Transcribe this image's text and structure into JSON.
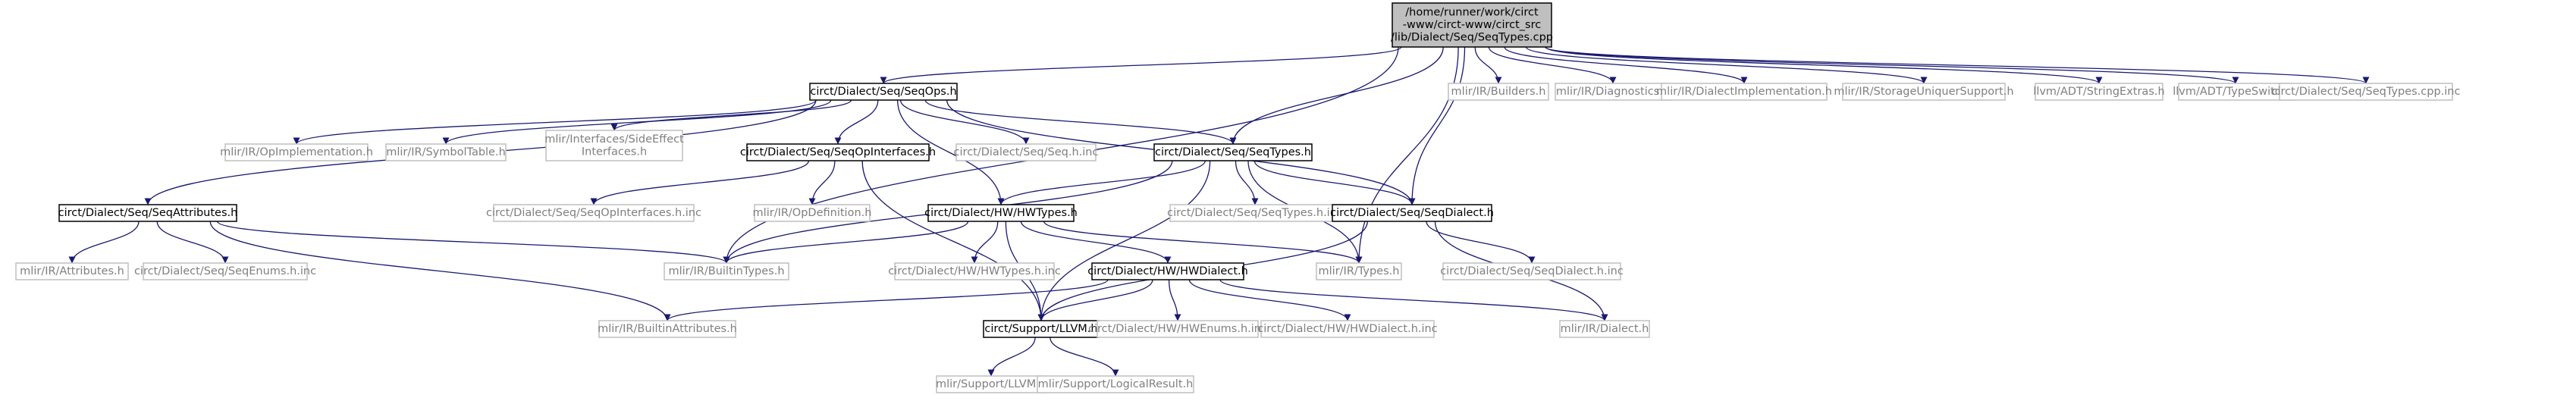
{
  "graph": {
    "edge_color": "#191970",
    "nodes": [
      {
        "id": "root",
        "label": "/home/runner/work/circt\n-www/circt-www/circt_src\n/lib/Dialect/Seq/SeqTypes.cpp",
        "kind": "root"
      },
      {
        "id": "seqops",
        "label": "circt/Dialect/Seq/SeqOps.h",
        "kind": "internal"
      },
      {
        "id": "builders",
        "label": "mlir/IR/Builders.h",
        "kind": "external"
      },
      {
        "id": "diagnostics",
        "label": "mlir/IR/Diagnostics.h",
        "kind": "external"
      },
      {
        "id": "dialectimpl",
        "label": "mlir/IR/DialectImplementation.h",
        "kind": "external"
      },
      {
        "id": "storageuniquer",
        "label": "mlir/IR/StorageUniquerSupport.h",
        "kind": "external"
      },
      {
        "id": "stringextras",
        "label": "llvm/ADT/StringExtras.h",
        "kind": "external"
      },
      {
        "id": "typeswitch",
        "label": "llvm/ADT/TypeSwitch.h",
        "kind": "external"
      },
      {
        "id": "seqtypescppinc",
        "label": "circt/Dialect/Seq/SeqTypes.cpp.inc",
        "kind": "external"
      },
      {
        "id": "opimpl",
        "label": "mlir/IR/OpImplementation.h",
        "kind": "external"
      },
      {
        "id": "symboltable",
        "label": "mlir/IR/SymbolTable.h",
        "kind": "external"
      },
      {
        "id": "sideeffect",
        "label": "mlir/Interfaces/SideEffect\nInterfaces.h",
        "kind": "external"
      },
      {
        "id": "seqopinterfaces",
        "label": "circt/Dialect/Seq/SeqOpInterfaces.h",
        "kind": "internal"
      },
      {
        "id": "seqhinc",
        "label": "circt/Dialect/Seq/Seq.h.inc",
        "kind": "external"
      },
      {
        "id": "seqtypes",
        "label": "circt/Dialect/Seq/SeqTypes.h",
        "kind": "internal"
      },
      {
        "id": "seqattributes",
        "label": "circt/Dialect/Seq/SeqAttributes.h",
        "kind": "internal"
      },
      {
        "id": "seqopinterfacesinc",
        "label": "circt/Dialect/Seq/SeqOpInterfaces.h.inc",
        "kind": "external"
      },
      {
        "id": "opdefinition",
        "label": "mlir/IR/OpDefinition.h",
        "kind": "external"
      },
      {
        "id": "hwtypes",
        "label": "circt/Dialect/HW/HWTypes.h",
        "kind": "internal"
      },
      {
        "id": "seqtypeshinc",
        "label": "circt/Dialect/Seq/SeqTypes.h.inc",
        "kind": "external"
      },
      {
        "id": "seqdialect",
        "label": "circt/Dialect/Seq/SeqDialect.h",
        "kind": "internal"
      },
      {
        "id": "attributes",
        "label": "mlir/IR/Attributes.h",
        "kind": "external"
      },
      {
        "id": "seqenums",
        "label": "circt/Dialect/Seq/SeqEnums.h.inc",
        "kind": "external"
      },
      {
        "id": "builtintypes",
        "label": "mlir/IR/BuiltinTypes.h",
        "kind": "external"
      },
      {
        "id": "hwtypeshinc",
        "label": "circt/Dialect/HW/HWTypes.h.inc",
        "kind": "external"
      },
      {
        "id": "hwdialect",
        "label": "circt/Dialect/HW/HWDialect.h",
        "kind": "internal"
      },
      {
        "id": "mlirtypes",
        "label": "mlir/IR/Types.h",
        "kind": "external"
      },
      {
        "id": "seqdialecthinc",
        "label": "circt/Dialect/Seq/SeqDialect.h.inc",
        "kind": "external"
      },
      {
        "id": "builtinattributes",
        "label": "mlir/IR/BuiltinAttributes.h",
        "kind": "external"
      },
      {
        "id": "supportllvm",
        "label": "circt/Support/LLVM.h",
        "kind": "internal"
      },
      {
        "id": "hwenums",
        "label": "circt/Dialect/HW/HWEnums.h.inc",
        "kind": "external"
      },
      {
        "id": "hwdialecthinc",
        "label": "circt/Dialect/HW/HWDialect.h.inc",
        "kind": "external"
      },
      {
        "id": "mlirdialect",
        "label": "mlir/IR/Dialect.h",
        "kind": "external"
      },
      {
        "id": "mlirsupportllvm",
        "label": "mlir/Support/LLVM.h",
        "kind": "external"
      },
      {
        "id": "logicalresult",
        "label": "mlir/Support/LogicalResult.h",
        "kind": "external"
      }
    ],
    "edges": [
      [
        "root",
        "seqops"
      ],
      [
        "root",
        "builders"
      ],
      [
        "root",
        "diagnostics"
      ],
      [
        "root",
        "dialectimpl"
      ],
      [
        "root",
        "storageuniquer"
      ],
      [
        "root",
        "stringextras"
      ],
      [
        "root",
        "typeswitch"
      ],
      [
        "root",
        "seqtypescppinc"
      ],
      [
        "root",
        "seqtypes"
      ],
      [
        "root",
        "seqdialect"
      ],
      [
        "root",
        "builtintypes"
      ],
      [
        "root",
        "mlirtypes"
      ],
      [
        "seqops",
        "opimpl"
      ],
      [
        "seqops",
        "symboltable"
      ],
      [
        "seqops",
        "sideeffect"
      ],
      [
        "seqops",
        "seqopinterfaces"
      ],
      [
        "seqops",
        "seqhinc"
      ],
      [
        "seqops",
        "seqtypes"
      ],
      [
        "seqops",
        "seqattributes"
      ],
      [
        "seqops",
        "hwtypes"
      ],
      [
        "seqops",
        "seqdialect"
      ],
      [
        "seqopinterfaces",
        "seqopinterfacesinc"
      ],
      [
        "seqopinterfaces",
        "opdefinition"
      ],
      [
        "seqopinterfaces",
        "supportllvm"
      ],
      [
        "seqtypes",
        "hwtypes"
      ],
      [
        "seqtypes",
        "seqtypeshinc"
      ],
      [
        "seqtypes",
        "seqdialect"
      ],
      [
        "seqtypes",
        "builtintypes"
      ],
      [
        "seqtypes",
        "mlirtypes"
      ],
      [
        "seqtypes",
        "supportllvm"
      ],
      [
        "seqattributes",
        "attributes"
      ],
      [
        "seqattributes",
        "seqenums"
      ],
      [
        "seqattributes",
        "builtintypes"
      ],
      [
        "seqattributes",
        "builtinattributes"
      ],
      [
        "hwtypes",
        "hwtypeshinc"
      ],
      [
        "hwtypes",
        "hwdialect"
      ],
      [
        "hwtypes",
        "builtintypes"
      ],
      [
        "hwtypes",
        "mlirtypes"
      ],
      [
        "hwtypes",
        "supportllvm"
      ],
      [
        "seqdialect",
        "seqdialecthinc"
      ],
      [
        "seqdialect",
        "mlirdialect"
      ],
      [
        "seqdialect",
        "supportllvm"
      ],
      [
        "hwdialect",
        "supportllvm"
      ],
      [
        "hwdialect",
        "hwenums"
      ],
      [
        "hwdialect",
        "hwdialecthinc"
      ],
      [
        "hwdialect",
        "builtinattributes"
      ],
      [
        "hwdialect",
        "mlirdialect"
      ],
      [
        "supportllvm",
        "mlirsupportllvm"
      ],
      [
        "supportllvm",
        "logicalresult"
      ]
    ]
  }
}
